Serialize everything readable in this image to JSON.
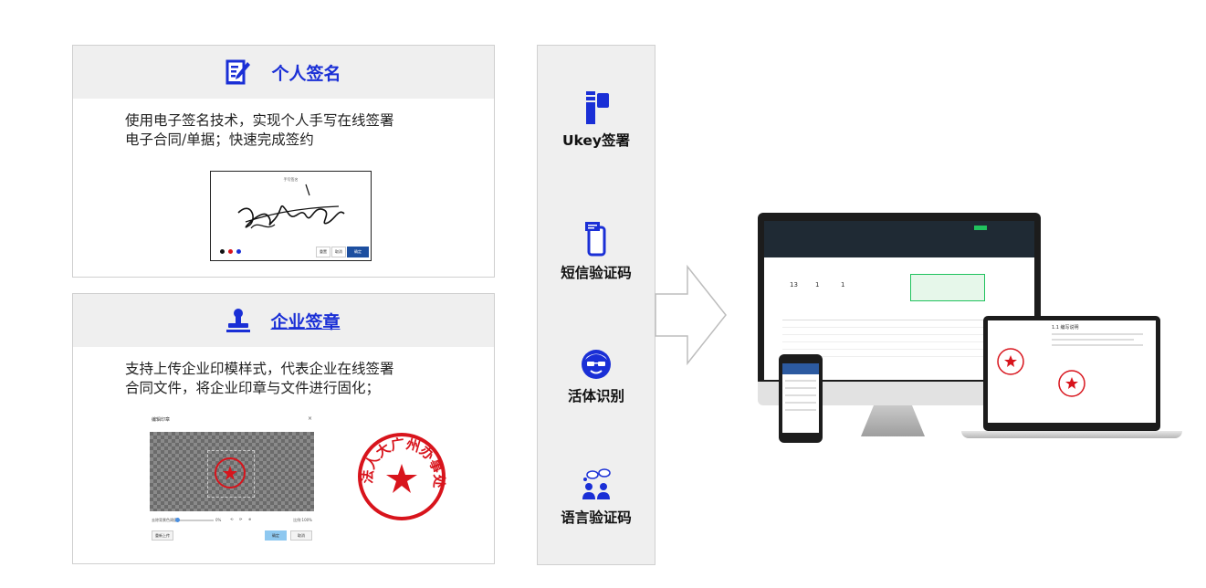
{
  "personal_sign": {
    "title": "个人签名",
    "desc_line1": "使用电子签名技术，实现个人手写在线签署",
    "desc_line2": "电子合同/单据；快速完成签约",
    "pad_title": "手写签名",
    "pad_buttons": [
      "重置",
      "取消",
      "确定"
    ]
  },
  "company_seal": {
    "title": "企业签章",
    "desc_line1": "支持上传企业印模样式，代表企业在线签署",
    "desc_line2": "合同文件，将企业印章与文件进行固化；",
    "editor_title": "编辑印章",
    "editor_close": "×",
    "slider_label": "去除背景色阈值",
    "slider_value": "0%",
    "zoom_label": "比例:100%",
    "reupload_button": "重新上传",
    "confirm_button": "确定",
    "cancel_button": "取消",
    "seal_text": "法人大广州办事处"
  },
  "methods": [
    {
      "label": "Ukey签署",
      "icon": "usb-key-icon"
    },
    {
      "label": "短信验证码",
      "icon": "phone-sms-icon"
    },
    {
      "label": "活体识别",
      "icon": "face-icon"
    },
    {
      "label": "语言验证码",
      "icon": "voice-chat-icon"
    }
  ],
  "devices_preview": {
    "monitor_stats": [
      "13",
      "1",
      "1"
    ],
    "laptop_heading": "1.1 编写说明"
  },
  "colors": {
    "accent": "#1a2fd6",
    "seal_red": "#d8141c",
    "panel_bg": "#efefef"
  }
}
